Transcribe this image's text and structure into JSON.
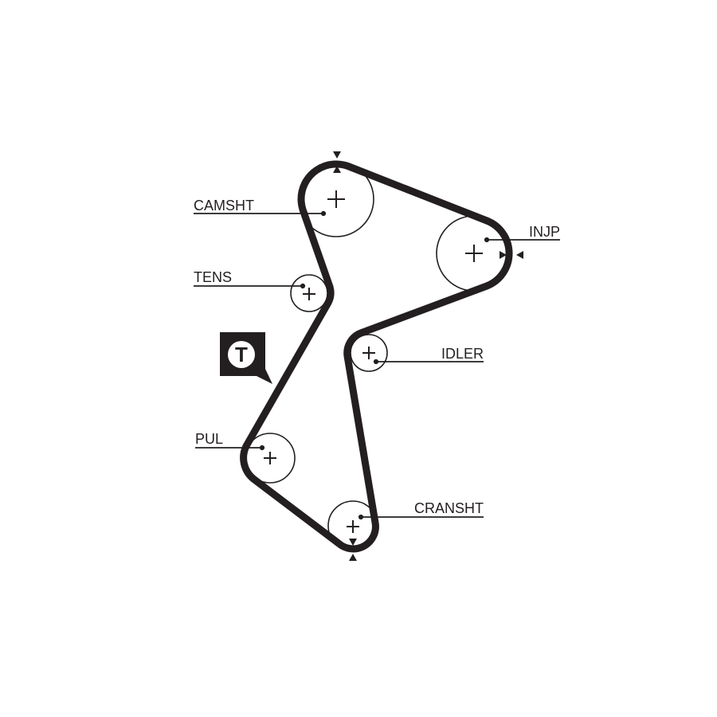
{
  "diagram": {
    "type": "timing-belt-routing",
    "labels": {
      "camshaft": "CAMSHT",
      "injection_pump": "INJP",
      "tensioner": "TENS",
      "idler": "IDLER",
      "pulley": "PUL",
      "crankshaft": "CRANSHT"
    },
    "tensioner_badge": "T",
    "colors": {
      "belt": "#231f20",
      "background": "#ffffff"
    }
  }
}
